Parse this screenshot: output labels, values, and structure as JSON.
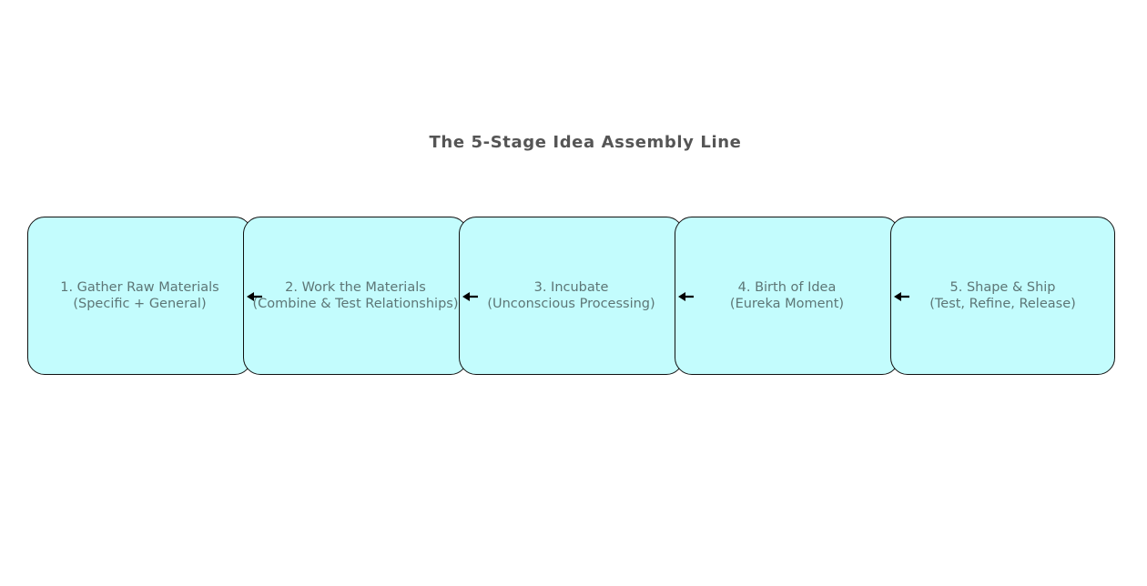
{
  "diagram": {
    "title": "The 5-Stage Idea Assembly Line",
    "stages": [
      {
        "title": "1. Gather Raw Materials",
        "subtitle": "(Specific + General)"
      },
      {
        "title": "2. Work the Materials",
        "subtitle": "(Combine & Test Relationships)"
      },
      {
        "title": "3. Incubate",
        "subtitle": "(Unconscious Processing)"
      },
      {
        "title": "4. Birth of Idea",
        "subtitle": "(Eureka Moment)"
      },
      {
        "title": "5. Shape & Ship",
        "subtitle": "(Test, Refine, Release)"
      }
    ],
    "arrows": {
      "count": 4,
      "direction": "left",
      "color": "#000000"
    },
    "colors": {
      "background": "#ffffff",
      "box_fill": "#c3fcfd",
      "box_border": "#111111",
      "stage_text": "#5d7676",
      "title_text": "#555555"
    }
  }
}
